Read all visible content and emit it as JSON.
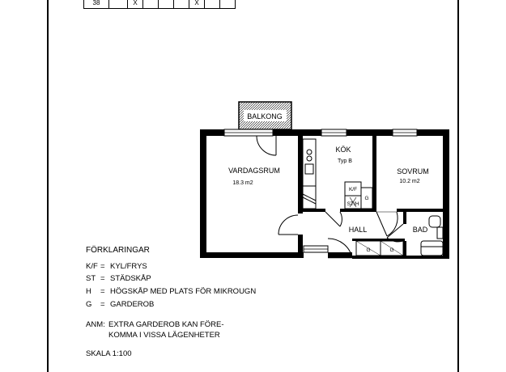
{
  "top_table": {
    "cells": [
      "38",
      "",
      "X",
      "",
      "",
      "",
      "X",
      "",
      ""
    ]
  },
  "plan": {
    "balcony": "BALKONG",
    "living_room": {
      "name": "VARDAGSRUM",
      "area": "18.3 m2"
    },
    "kitchen": {
      "name": "KÖK",
      "type": "Typ B"
    },
    "bedroom": {
      "name": "SOVRUM",
      "area": "10.2 m2"
    },
    "hall": "HALL",
    "bath": "BAD",
    "fixtures": {
      "kf": "K/F",
      "st_h": "ST/H",
      "g": "G"
    }
  },
  "legend": {
    "title": "FÖRKLARINGAR",
    "items": [
      {
        "key": "K/F",
        "sep": "=",
        "value": "KYL/FRYS"
      },
      {
        "key": "ST",
        "sep": "=",
        "value": "STÄDSKÅP"
      },
      {
        "key": "H",
        "sep": "=",
        "value": "HÖGSKÅP MED PLATS FÖR MIKROUGN"
      },
      {
        "key": "G",
        "sep": "=",
        "value": "GARDEROB"
      }
    ],
    "note_label": "ANM:",
    "note_line1": "EXTRA GARDEROB KAN FÖRE-",
    "note_line2": "KOMMA I VISSA LÄGENHETER",
    "scale": "SKALA 1:100"
  }
}
